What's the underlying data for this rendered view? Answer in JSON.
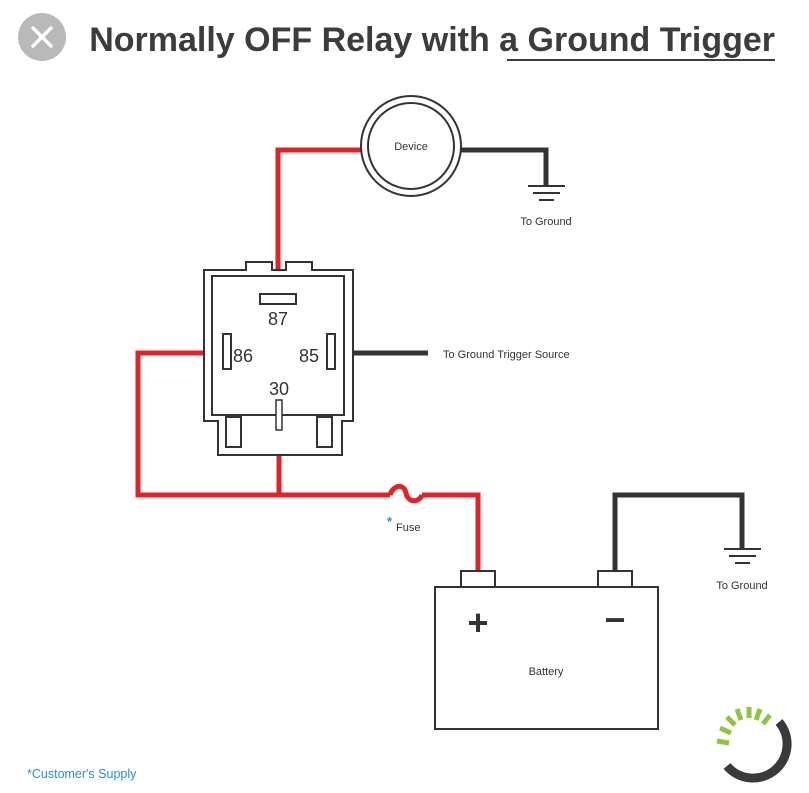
{
  "title": {
    "prefix": "Normally OFF Relay with a ",
    "underlined": "Ground Trigger"
  },
  "device_label": "Device",
  "ground_label_top": "To Ground",
  "ground_label_bottom": "To Ground",
  "trigger_label": "To Ground Trigger Source",
  "relay_pins": {
    "p87": "87",
    "p86": "86",
    "p85": "85",
    "p30": "30"
  },
  "fuse": {
    "asterisk": "*",
    "label": "Fuse"
  },
  "battery": {
    "label": "Battery",
    "plus": "+",
    "minus": "−"
  },
  "footnote": "*Customer's Supply",
  "icons": {
    "close": "close-icon",
    "logo": "brand-logo-icon"
  },
  "colors": {
    "red_wire": "#e32228",
    "black_wire": "#333333",
    "accent_blue": "#2a8fc9",
    "logo_green": "#8cc63f"
  }
}
